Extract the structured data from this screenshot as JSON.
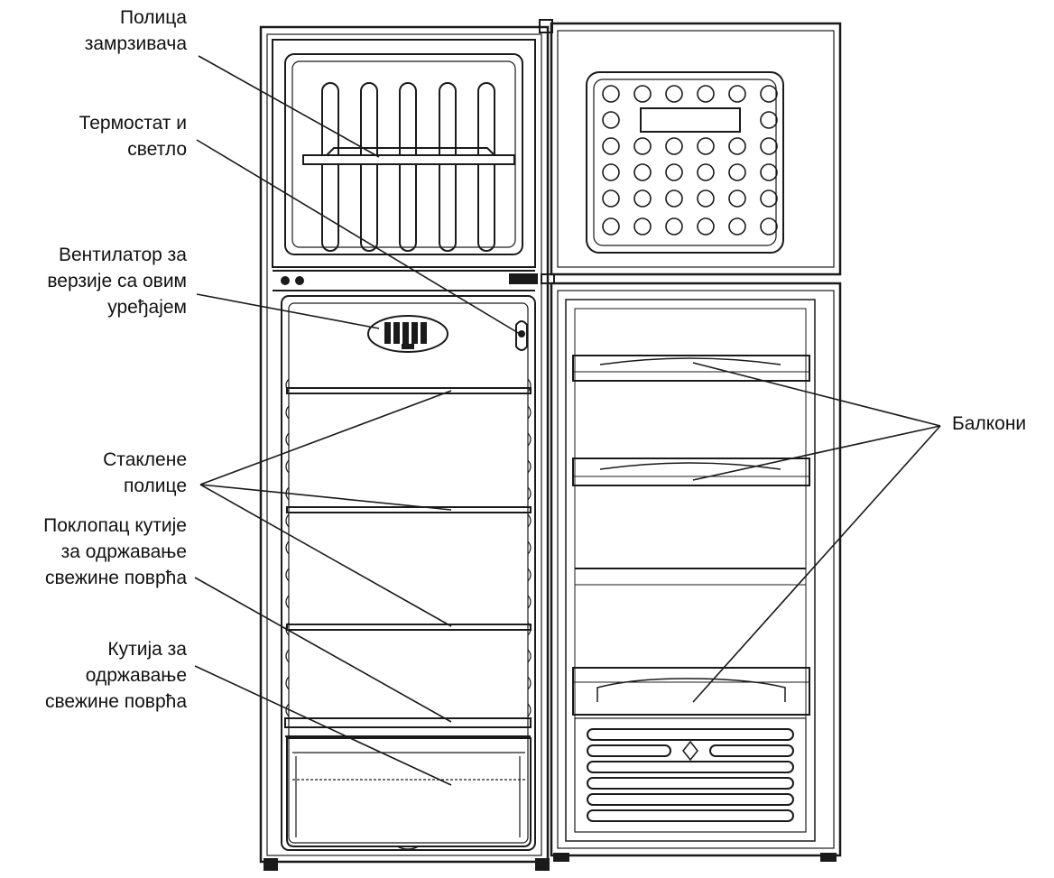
{
  "labels": {
    "freezer_shelf": [
      "Полица",
      "замрзивача"
    ],
    "thermostat": [
      "Термостат и",
      "светло"
    ],
    "fan": [
      "Вентилатор за",
      "верзије са овим",
      "уређајем"
    ],
    "glass_shelves": [
      "Стаклене",
      "полице"
    ],
    "crisper_cover": [
      "Поклопац кутије",
      "за одржавање",
      "свежине поврћа"
    ],
    "crisper_box": [
      "Кутија за",
      "одржавање",
      "свежине поврћа"
    ],
    "balconies": [
      "Балкони"
    ]
  },
  "colors": {
    "line": "#1a1a1a",
    "label": "#111111",
    "background": "#ffffff"
  }
}
